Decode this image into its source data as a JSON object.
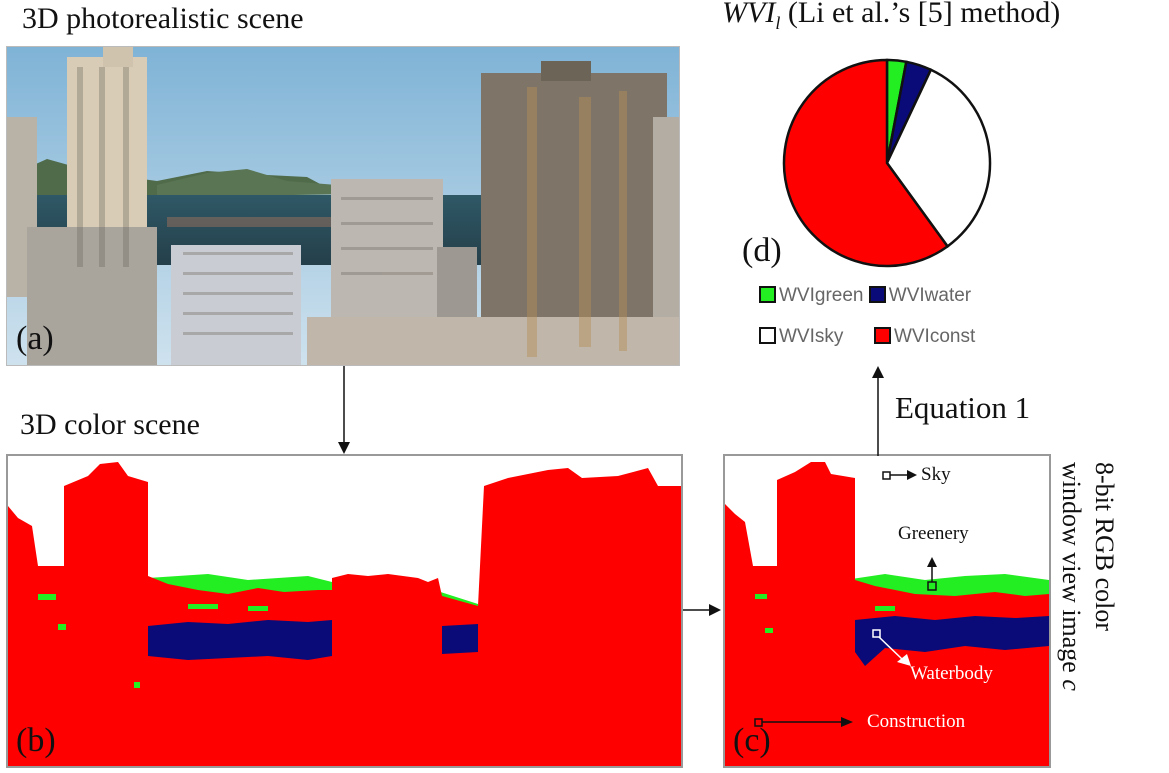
{
  "titles": {
    "photo": "3D photorealistic scene",
    "color": "3D color scene",
    "pie_main": "WVI",
    "pie_sub": "l",
    "pie_rest": " (Li et al.’s [5] method)"
  },
  "panels": {
    "a": "(a)",
    "b": "(b)",
    "c": "(c)",
    "d": "(d)"
  },
  "arrow_label": "Equation 1",
  "vertical_label": {
    "line1": "8-bit RGB color",
    "line2": "window view image ",
    "line2_italic": "c"
  },
  "annotations": {
    "sky": "Sky",
    "greenery": "Greenery",
    "waterbody": "Waterbody",
    "construction": "Construction"
  },
  "colors": {
    "green": "#22ee22",
    "water": "#0a0a78",
    "sky": "#ffffff",
    "construction": "#ff0000",
    "outline": "#111111"
  },
  "chart_data": {
    "type": "pie",
    "title": "",
    "slices": [
      {
        "label": "WVIgreen",
        "value": 3,
        "color": "#22ee22"
      },
      {
        "label": "WVIwater",
        "value": 4,
        "color": "#0a0a78"
      },
      {
        "label": "WVIsky",
        "value": 33,
        "color": "#ffffff"
      },
      {
        "label": "WVIconst",
        "value": 60,
        "color": "#ff0000"
      }
    ],
    "legend_placement": "bottom"
  }
}
